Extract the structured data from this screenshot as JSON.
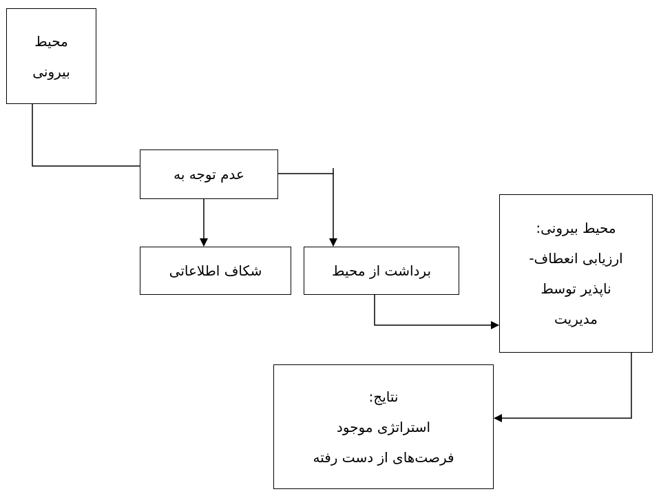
{
  "diagram": {
    "boxes": {
      "external_environment": {
        "lines": [
          "محیط",
          "بیرونی"
        ]
      },
      "inattention": {
        "lines": [
          "عدم توجه به"
        ]
      },
      "information_gap": {
        "lines": [
          "شکاف اطلاعاتی"
        ]
      },
      "environment_perception": {
        "lines": [
          "برداشت از محیط"
        ]
      },
      "management_assessment": {
        "lines": [
          "محیط بیرونی:",
          "ارزیابی انعطاف-",
          "ناپذیر توسط",
          "مدیریت"
        ]
      },
      "results": {
        "lines": [
          "نتایج:",
          "استراتژی موجود",
          "فرصت‌های از دست رفته"
        ]
      }
    },
    "colors": {
      "stroke": "#000000",
      "background": "#ffffff"
    }
  }
}
